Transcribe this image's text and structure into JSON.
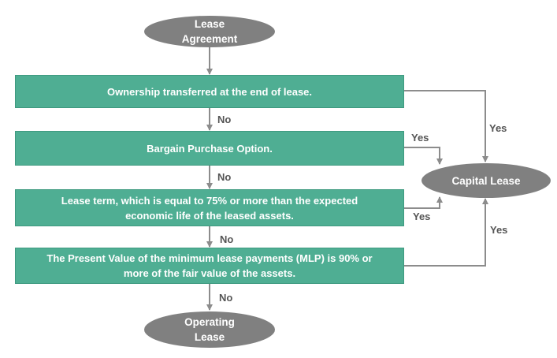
{
  "colors": {
    "box_fill": "#4fae93",
    "oval_fill": "#808080",
    "connector": "#8c8c8c",
    "label_text": "#555555"
  },
  "nodes": {
    "start": {
      "line1": "Lease",
      "line2": "Agreement"
    },
    "q1": {
      "text": "Ownership transferred at the end of lease."
    },
    "q2": {
      "text": "Bargain Purchase Option."
    },
    "q3": {
      "line1": "Lease term, which is equal to 75% or more than the expected",
      "line2": "economic life of the leased assets."
    },
    "q4": {
      "line1": "The Present Value of the minimum lease payments (MLP) is 90% or",
      "line2": "more of the fair value of the assets."
    },
    "capital": {
      "text": "Capital Lease"
    },
    "operating": {
      "line1": "Operating",
      "line2": "Lease"
    }
  },
  "edges": {
    "q1_no": "No",
    "q2_no": "No",
    "q3_no": "No",
    "q4_no": "No",
    "q1_yes": "Yes",
    "q2_yes": "Yes",
    "q3_yes": "Yes",
    "q4_yes": "Yes"
  }
}
